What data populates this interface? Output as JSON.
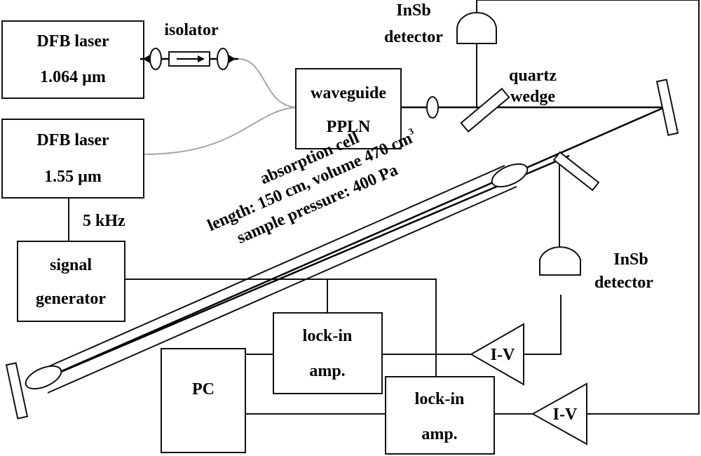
{
  "components": {
    "dfb_laser_1": {
      "line1": "DFB laser",
      "line2": "1.064 µm"
    },
    "dfb_laser_2": {
      "line1": "DFB laser",
      "line2": "1.55 µm"
    },
    "isolator": {
      "label": "isolator"
    },
    "waveguide": {
      "line1": "waveguide",
      "line2": "PPLN"
    },
    "insb_detector_top": {
      "line1": "InSb",
      "line2": "detector"
    },
    "quartz_wedge": {
      "line1": "quartz",
      "line2": "wedge"
    },
    "absorption_cell": {
      "line1": "absorption cell",
      "line2_prefix": "length: 150 cm, volume 470 cm",
      "line2_sup": "3",
      "line3": "sample pressure: 400 Pa"
    },
    "modulation": {
      "label": "5 kHz"
    },
    "signal_generator": {
      "line1": "signal",
      "line2": "generator"
    },
    "insb_detector_right": {
      "line1": "InSb",
      "line2": "detector"
    },
    "lockin_1": {
      "line1": "lock-in",
      "line2": "amp."
    },
    "lockin_2": {
      "line1": "lock-in",
      "line2": "amp."
    },
    "pc": {
      "label": "PC"
    },
    "iv_1": {
      "label": "I-V"
    },
    "iv_2": {
      "label": "I-V"
    }
  }
}
